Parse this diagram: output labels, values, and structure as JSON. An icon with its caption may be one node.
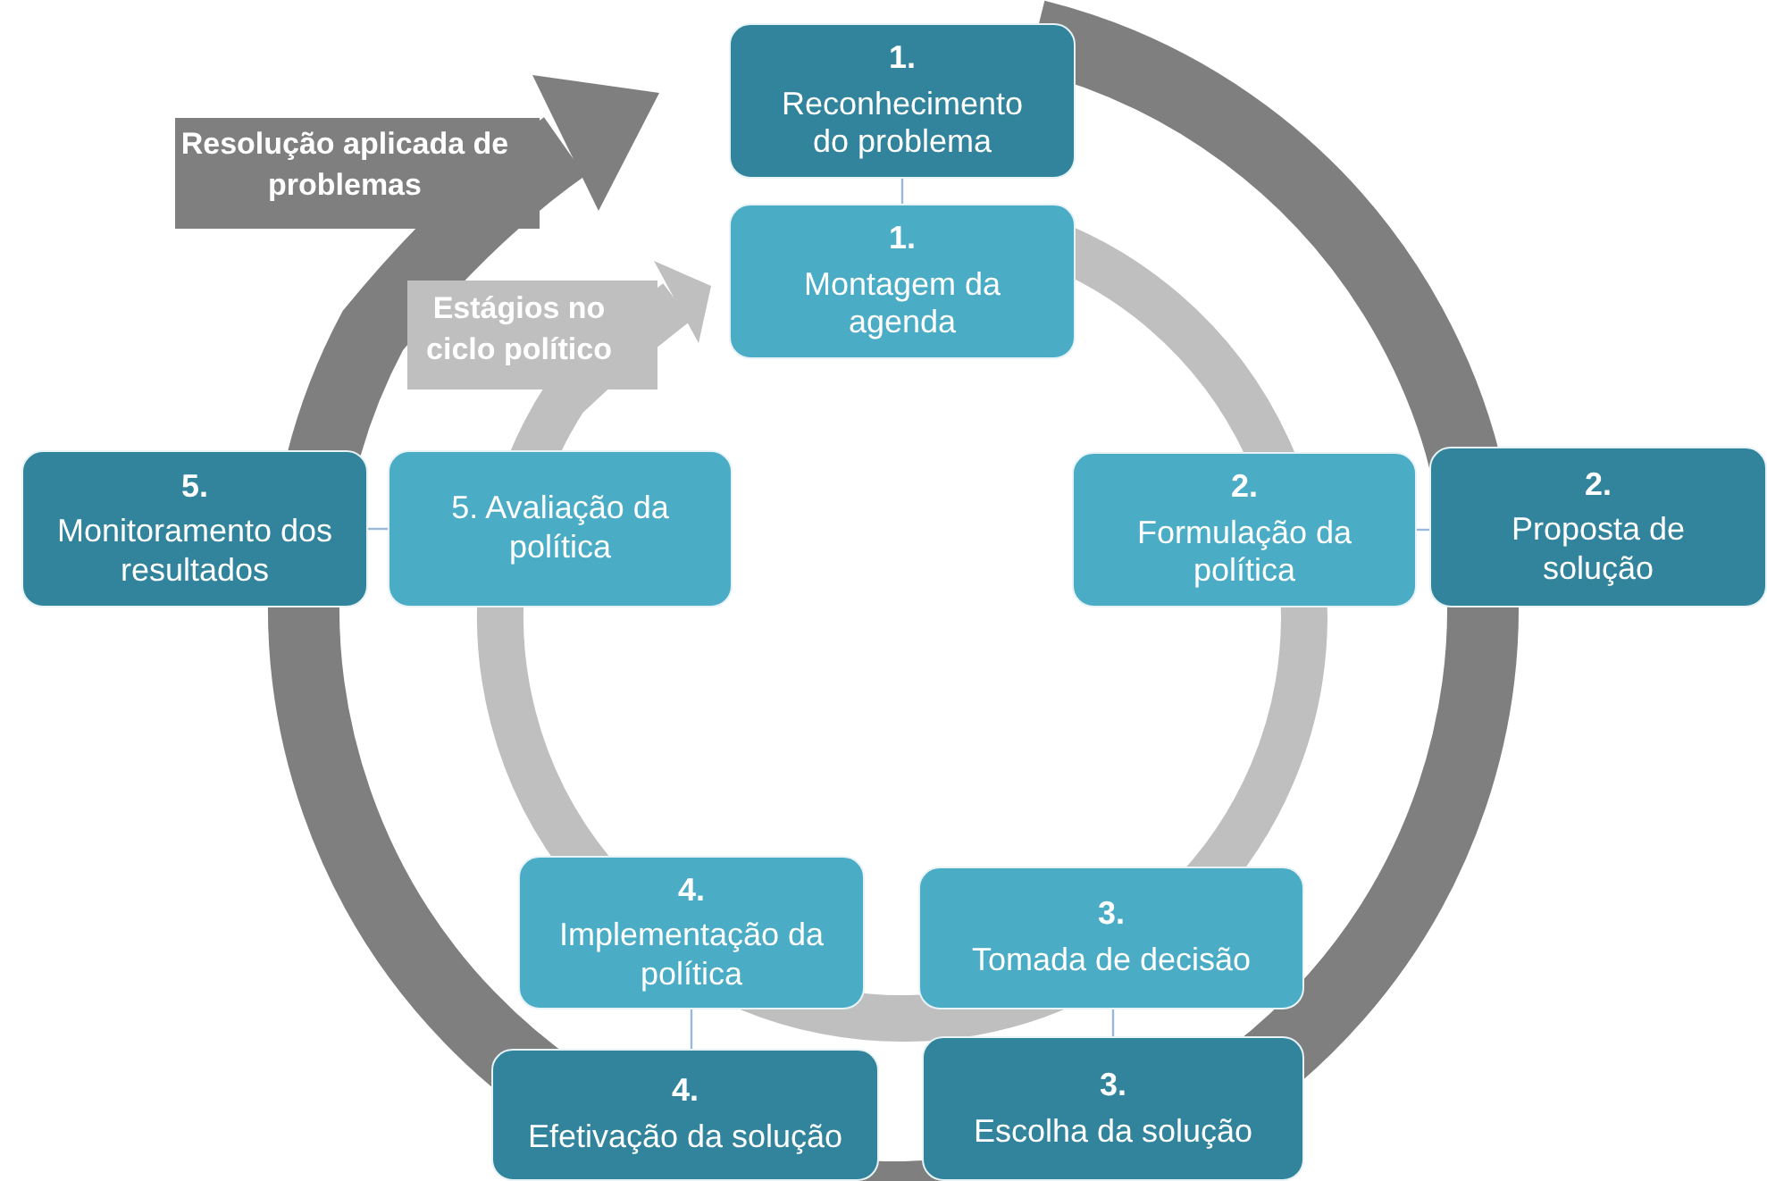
{
  "diagram": {
    "nodes": [
      {
        "text": [
          "1.",
          "Reconhecimento do problema"
        ]
      },
      {
        "text": [
          "1.",
          "Montagem da agenda"
        ]
      },
      {
        "text": [
          "2.",
          "Formulação da política"
        ]
      },
      {
        "text": [
          "2.",
          "Proposta de solução"
        ]
      },
      {
        "text": [
          "5.",
          "Monitoramento dos resultados"
        ]
      },
      {
        "text": [
          "5. Avaliação da política"
        ]
      },
      {
        "text": [
          "4.",
          "Implementação da política"
        ]
      },
      {
        "text": [
          "3.",
          "Tomada de decisão"
        ]
      },
      {
        "text": [
          "4.",
          "Efetivação da solução"
        ]
      },
      {
        "text": [
          "3.",
          "Escolha da solução"
        ]
      }
    ],
    "edges": [
      {
        "from": 0,
        "to": 1,
        "arrow": "none"
      },
      {
        "from": 2,
        "to": 3,
        "arrow": "none"
      },
      {
        "from": 4,
        "to": 5,
        "arrow": "none"
      },
      {
        "from": 6,
        "to": 8,
        "arrow": "none"
      },
      {
        "from": 7,
        "to": 9,
        "arrow": "none"
      }
    ],
    "labels": [
      "Resolução aplicada de problemas",
      "Estágios no ciclo político"
    ]
  }
}
